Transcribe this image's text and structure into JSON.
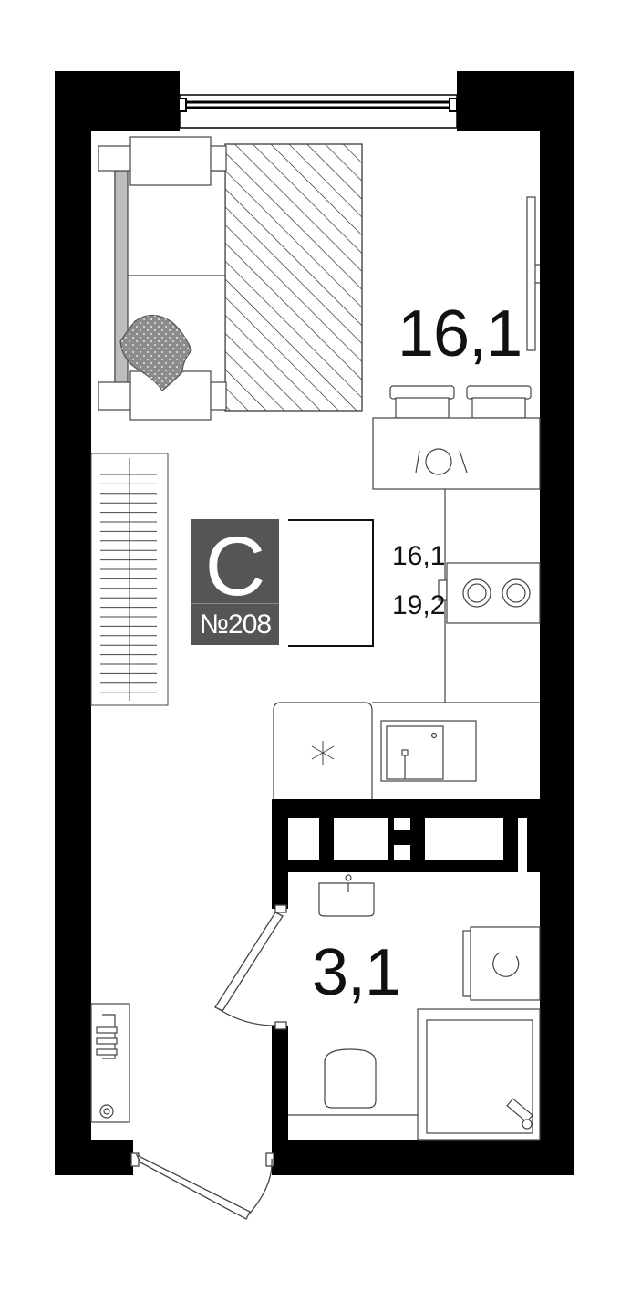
{
  "rooms": {
    "main_area": "16,1",
    "bath_area": "3,1"
  },
  "badge": {
    "type_letter": "С",
    "apartment_number": "№208",
    "living_area": "16,1",
    "total_area": "19,2"
  },
  "colors": {
    "wall": "#000000",
    "badge_bg": "#555555",
    "line": "#444444",
    "pillow": "#8c8c8c"
  }
}
